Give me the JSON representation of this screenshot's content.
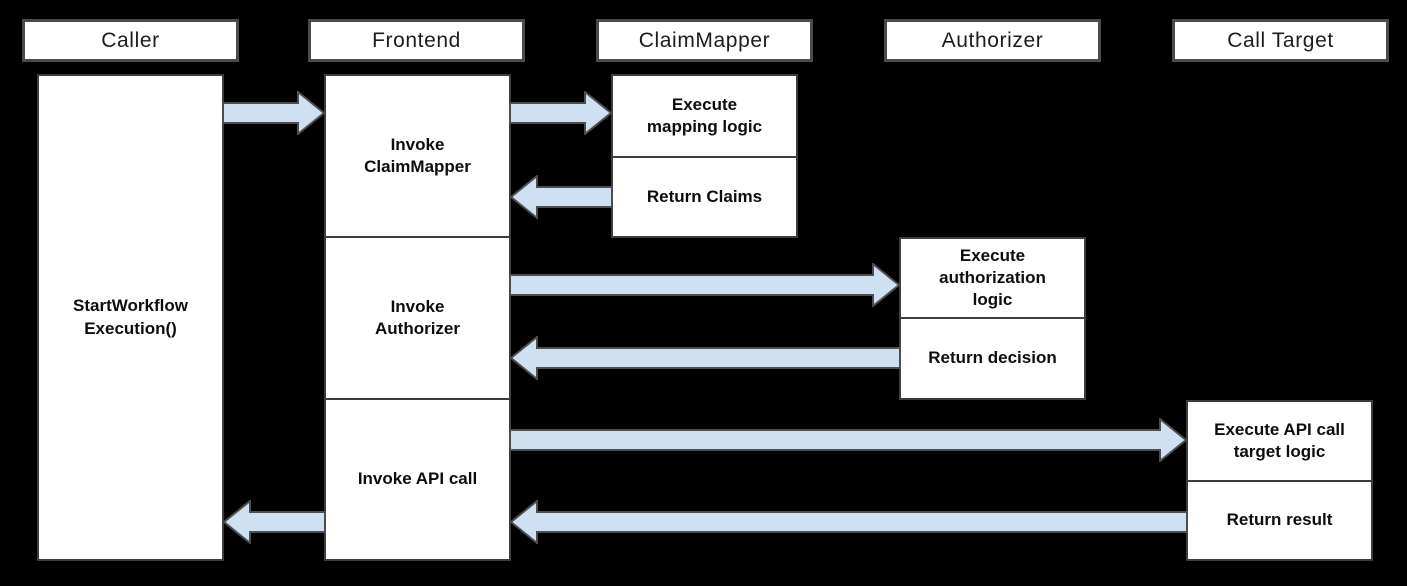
{
  "colors": {
    "background": "#000000",
    "box_fill": "#ffffff",
    "box_border": "#3d3d3d",
    "header_border": "#4b4b4b",
    "arrow_fill": "#cfe0f2",
    "arrow_stroke": "#4d4d4d",
    "text": "#0d0d0d"
  },
  "columns": [
    {
      "header": "Caller",
      "boxes": [
        {
          "label": "StartWorkflow Execution()"
        }
      ]
    },
    {
      "header": "Frontend",
      "boxes": [
        {
          "label": "Invoke ClaimMapper"
        },
        {
          "label": "Invoke Authorizer"
        },
        {
          "label": "Invoke API call"
        }
      ]
    },
    {
      "header": "ClaimMapper",
      "boxes": [
        {
          "label": "Execute mapping logic"
        },
        {
          "label": "Return Claims"
        }
      ]
    },
    {
      "header": "Authorizer",
      "boxes": [
        {
          "label": "Execute authorization logic"
        },
        {
          "label": "Return decision"
        }
      ]
    },
    {
      "header": "Call Target",
      "boxes": [
        {
          "label": "Execute API call target logic"
        },
        {
          "label": "Return result"
        }
      ]
    }
  ],
  "arrows": [
    {
      "from": "Caller",
      "to": "Frontend",
      "direction": "right"
    },
    {
      "from": "Frontend",
      "to": "ClaimMapper",
      "direction": "right"
    },
    {
      "from": "ClaimMapper",
      "to": "Frontend",
      "direction": "left"
    },
    {
      "from": "Frontend",
      "to": "Authorizer",
      "direction": "right"
    },
    {
      "from": "Authorizer",
      "to": "Frontend",
      "direction": "left"
    },
    {
      "from": "Frontend",
      "to": "Call Target",
      "direction": "right"
    },
    {
      "from": "Call Target",
      "to": "Frontend",
      "direction": "left"
    },
    {
      "from": "Frontend",
      "to": "Caller",
      "direction": "left"
    }
  ]
}
